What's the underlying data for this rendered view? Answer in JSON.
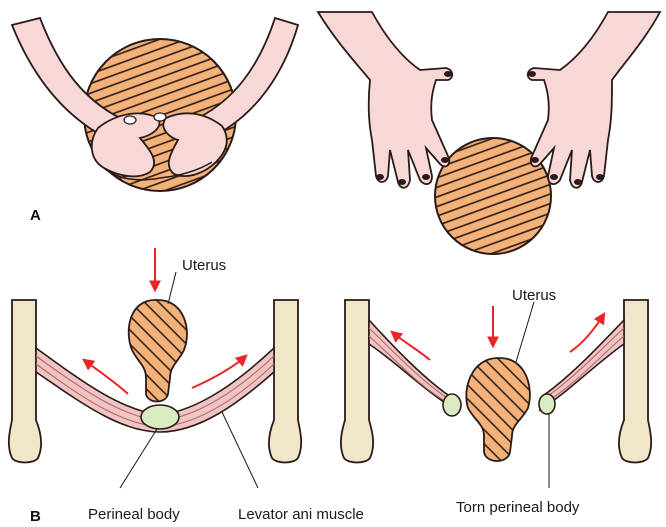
{
  "panels": {
    "a": {
      "label": "A"
    },
    "b": {
      "label": "B"
    }
  },
  "labels": {
    "uterus_left": "Uterus",
    "uterus_right": "Uterus",
    "perineal_body": "Perineal body",
    "levator_ani": "Levator ani muscle",
    "torn_perineal_body": "Torn perineal body"
  },
  "colors": {
    "skin": "#f8d8d6",
    "skin_outline": "#2a1a1a",
    "head_fill": "#f2b27a",
    "head_stripe": "#2a1a10",
    "muscle": "#f0c4c2",
    "muscle_stripe": "#b06a6a",
    "bone": "#f2e6c8",
    "perineal_body": "#d9ebc1",
    "arrow": "#e8262a"
  }
}
